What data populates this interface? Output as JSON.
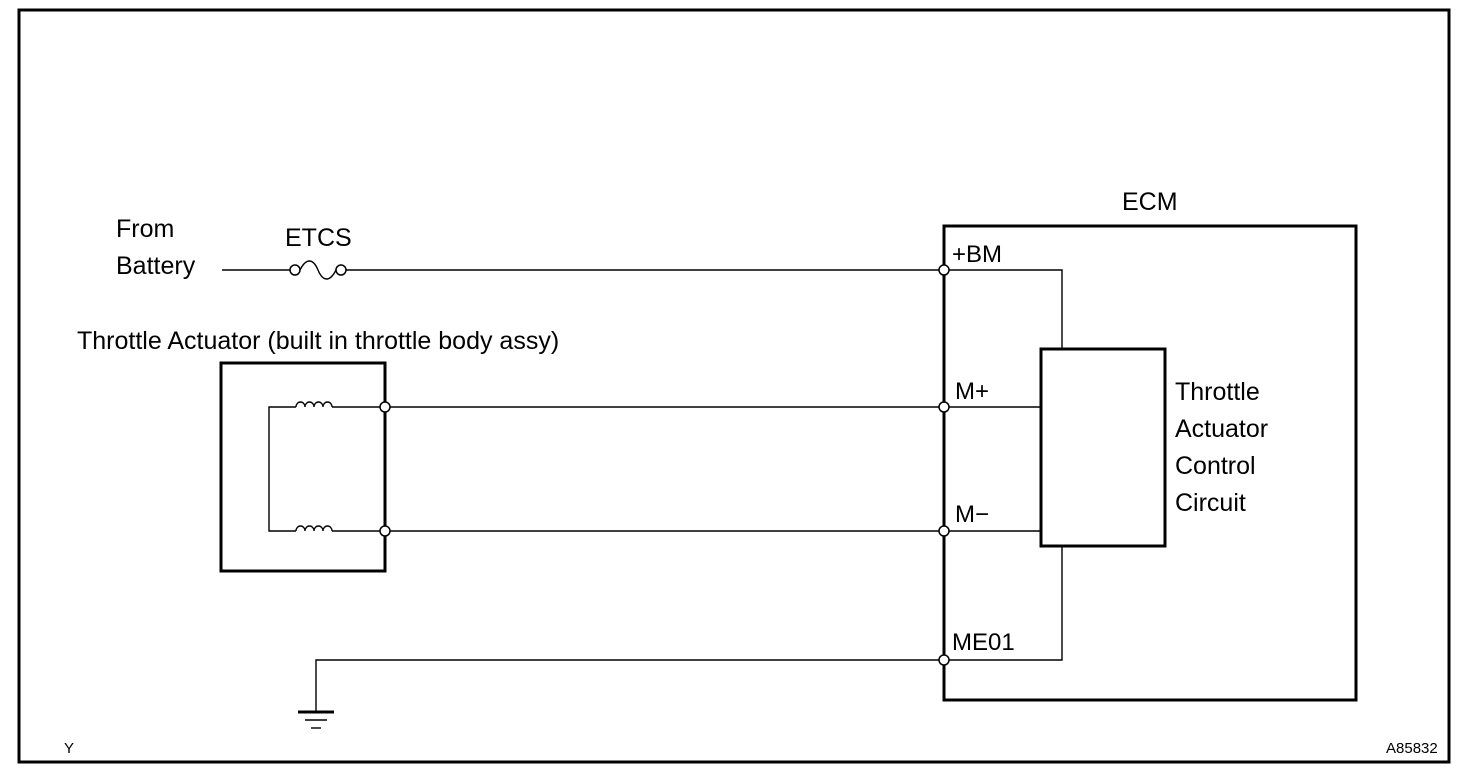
{
  "labels": {
    "from_battery_line1": "From",
    "from_battery_line2": "Battery",
    "fuse": "ETCS",
    "ecm": "ECM",
    "actuator_title": "Throttle Actuator (built in throttle body assy)",
    "control_circuit": [
      "Throttle",
      "Actuator",
      "Control",
      "Circuit"
    ],
    "corner_left": "Y",
    "corner_right": "A85832"
  },
  "pins": {
    "bm": "+BM",
    "m_plus": "M+",
    "m_minus": "M−",
    "me01": "ME01"
  },
  "colors": {
    "line": "#000000",
    "background": "#ffffff"
  }
}
